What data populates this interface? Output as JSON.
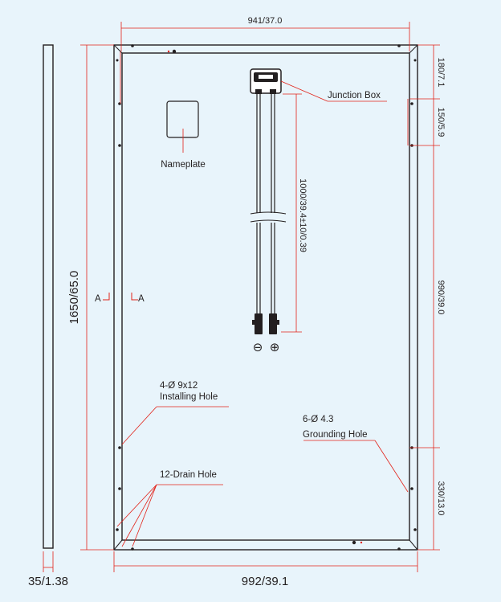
{
  "colors": {
    "background": "#e8f4fb",
    "frame": "#231f20",
    "dimension_line": "#e2231a"
  },
  "dimensions": {
    "overall_width": "941/37.0",
    "frame_width": "992/39.1",
    "height": "1650/65.0",
    "thickness": "35/1.38",
    "top_hole_offset": "180/7.1",
    "ground_hole_offset": "150/5.9",
    "hole_spacing": "990/39.0",
    "bottom_hole_offset": "330/13.0",
    "cable_length": "1000/39.4±10/0.39"
  },
  "labels": {
    "junction_box": "Junction Box",
    "nameplate": "Nameplate",
    "installing_hole_line1": "4-Ø 9x12",
    "installing_hole_line2": "Installing  Hole",
    "grounding_hole_line1": "6-Ø 4.3",
    "grounding_hole_line2": "Grounding Hole",
    "drain_hole": "12-Drain Hole",
    "section_left": "A",
    "section_right": "A",
    "minus": "⊖",
    "plus": "⊕"
  }
}
